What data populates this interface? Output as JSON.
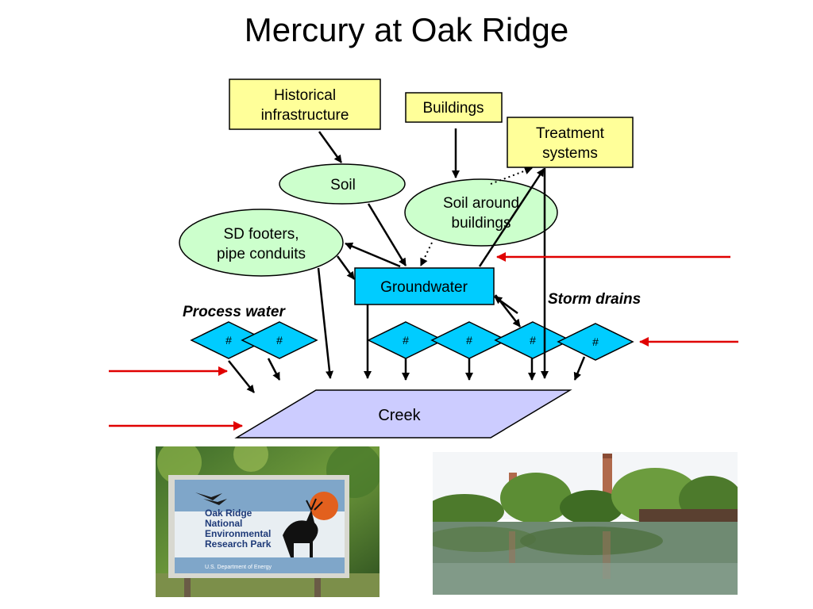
{
  "title": "Mercury at Oak Ridge",
  "colors": {
    "box_fill": "#ffff99",
    "ellipse_fill": "#ccffcc",
    "groundwater_fill": "#00ccff",
    "outfall_fill": "#00ccff",
    "creek_fill": "#ccccff",
    "input_arrow": "#e00000",
    "flow_arrow": "#000000"
  },
  "nodes": {
    "historical": [
      "Historical",
      "infrastructure"
    ],
    "buildings": "Buildings",
    "treatment": [
      "Treatment",
      "systems"
    ],
    "soil": "Soil",
    "soil_buildings": [
      "Soil around",
      "buildings"
    ],
    "sd_footers": [
      "SD footers,",
      "pipe conduits"
    ],
    "groundwater": "Groundwater",
    "creek": "Creek"
  },
  "labels": {
    "process_water": "Process water",
    "storm_drains": "Storm drains"
  },
  "outfalls": [
    "#",
    "#",
    "#",
    "#",
    "#",
    "#"
  ],
  "photos": {
    "sign": [
      "Oak Ridge",
      "National",
      "Environmental",
      "Research Park"
    ],
    "sign_small": "U.S. Department of Energy"
  }
}
